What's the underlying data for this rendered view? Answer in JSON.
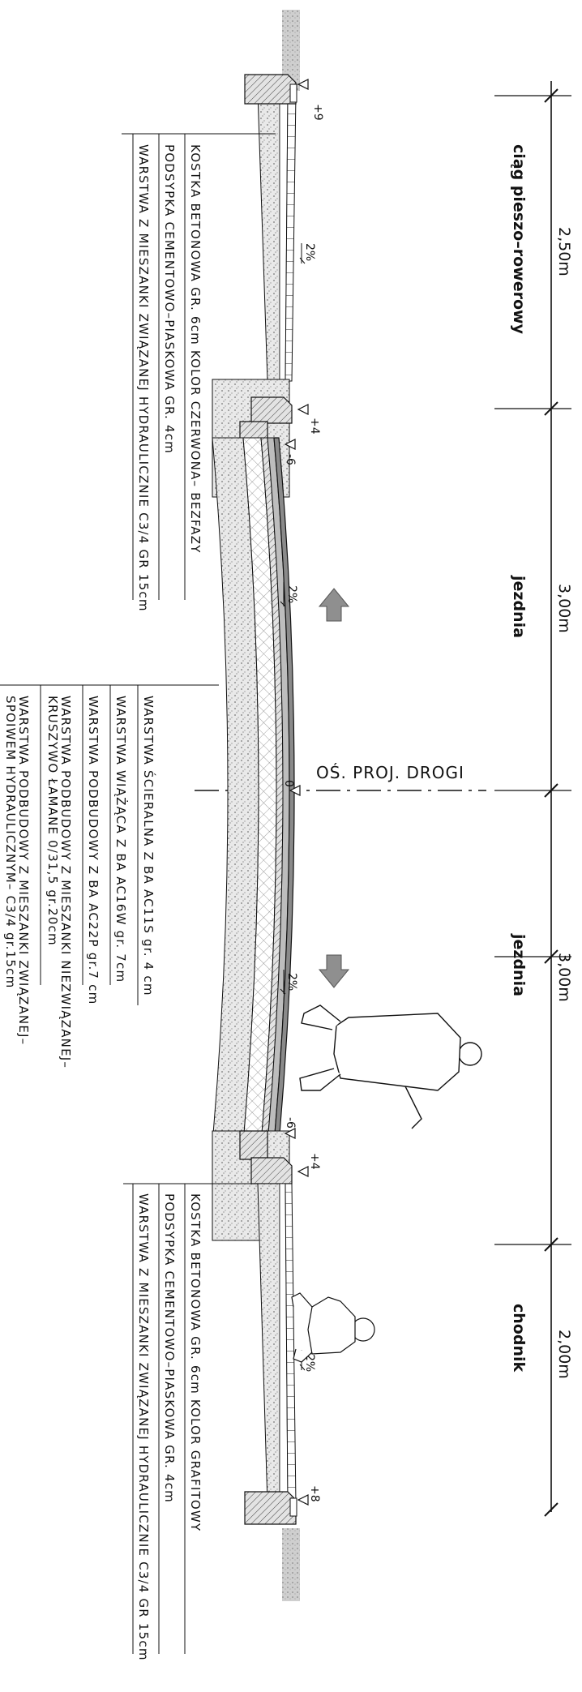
{
  "dimensions": {
    "cycle_path": "2,50m",
    "lane_left": "3,00m",
    "lane_right": "3,00m",
    "sidewalk": "2,00m"
  },
  "zones": {
    "cycle_path": "ciąg pieszo–rowerowy",
    "lane_left": "jezdnia",
    "lane_right": "jezdnia",
    "sidewalk": "chodnik"
  },
  "axis_label": "OŚ. PROJ. DROGI",
  "axis_level": "0",
  "levels": {
    "top_curb": "+9",
    "cycle_curb": "+4",
    "road_edge_left": "-6",
    "road_edge_right": "-6",
    "walk_curb": "+4",
    "bottom_curb": "+8"
  },
  "slopes": {
    "cycle": "2%",
    "lane_left": "2%",
    "lane_right": "2%",
    "sidewalk": "2%"
  },
  "layers_cycle": [
    "KOSTKA BETONOWA GR. 6cm KOLOR CZERWONA– BEZFAZY",
    "PODSYPKA CEMENTOWO–PIASKOWA GR. 4cm",
    "WARSTWA Z MIESZANKI ZWIĄZANEJ HYDRAULICZNIE C3/4 GR 15cm"
  ],
  "layers_road": [
    "WARSTWA ŚCIERALNA Z BA AC11S gr. 4 cm",
    "WARSTWA WIĄŻĄCA Z BA AC16W gr. 7cm",
    "WARSTWA PODBUDOWY Z BA AC22P gr.7 cm",
    "WARSTWA PODBUDOWY Z MIESZANKI NIEZWIĄZANEJ–",
    "KRUSZYWO ŁAMANE 0/31,5 gr.20cm",
    "WARSTWA PODBUDOWY Z MIESZANKI ZWIĄZANEJ–",
    "SPOIWEM HYDRAULICZNYM– C3/4 gr.15cm"
  ],
  "layers_sidewalk": [
    "KOSTKA BETONOWA GR. 6cm KOLOR GRAFITOWY",
    "PODSYPKA CEMENTOWO–PIASKOWA GR. 4cm",
    "WARSTWA Z MIESZANKI ZWIĄZANEJ HYDRAULICZNIE C3/4 GR 15cm"
  ],
  "colors": {
    "line": "#111111",
    "hatch_fill": "#d6d6d6",
    "gravel": "#bdbdbd",
    "arrow": "#8f8f8f"
  }
}
